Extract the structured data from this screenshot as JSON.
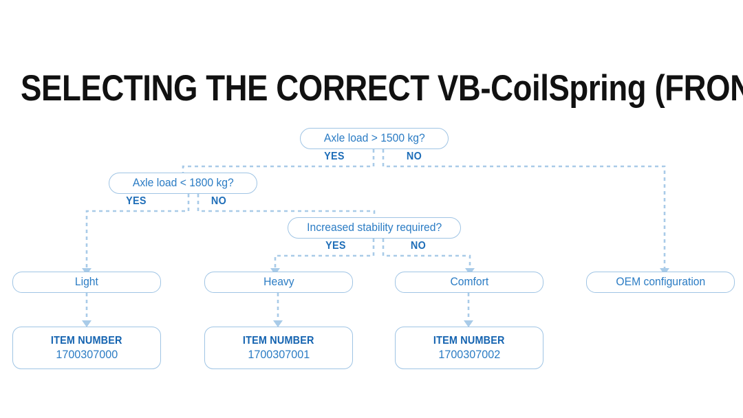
{
  "page": {
    "title": "SELECTING THE CORRECT VB-CoilSpring (FRONT AXLE)",
    "background_color": "#ffffff"
  },
  "colors": {
    "title_text": "#111111",
    "node_text": "#2b7cc4",
    "node_border": "#9fc4e4",
    "branch_label": "#1f6eb8",
    "item_heading": "#1463b0",
    "connector": "#a9cbe8"
  },
  "flowchart": {
    "type": "decision-tree",
    "decisions": [
      {
        "id": "d1",
        "label": "Axle load > 1500 kg?",
        "yes_label": "YES",
        "no_label": "NO",
        "yes_target": "d2",
        "no_target": "r4"
      },
      {
        "id": "d2",
        "label": "Axle load < 1800 kg?",
        "yes_label": "YES",
        "no_label": "NO",
        "yes_target": "r1",
        "no_target": "d3"
      },
      {
        "id": "d3",
        "label": "Increased stability required?",
        "yes_label": "YES",
        "no_label": "NO",
        "yes_target": "r2",
        "no_target": "r3"
      }
    ],
    "results": [
      {
        "id": "r1",
        "label": "Light"
      },
      {
        "id": "r2",
        "label": "Heavy"
      },
      {
        "id": "r3",
        "label": "Comfort"
      },
      {
        "id": "r4",
        "label": "OEM configuration"
      }
    ],
    "items": [
      {
        "id": "i1",
        "heading": "ITEM NUMBER",
        "number": "1700307000",
        "from": "r1"
      },
      {
        "id": "i2",
        "heading": "ITEM NUMBER",
        "number": "1700307001",
        "from": "r2"
      },
      {
        "id": "i3",
        "heading": "ITEM NUMBER",
        "number": "1700307002",
        "from": "r3"
      }
    ]
  }
}
